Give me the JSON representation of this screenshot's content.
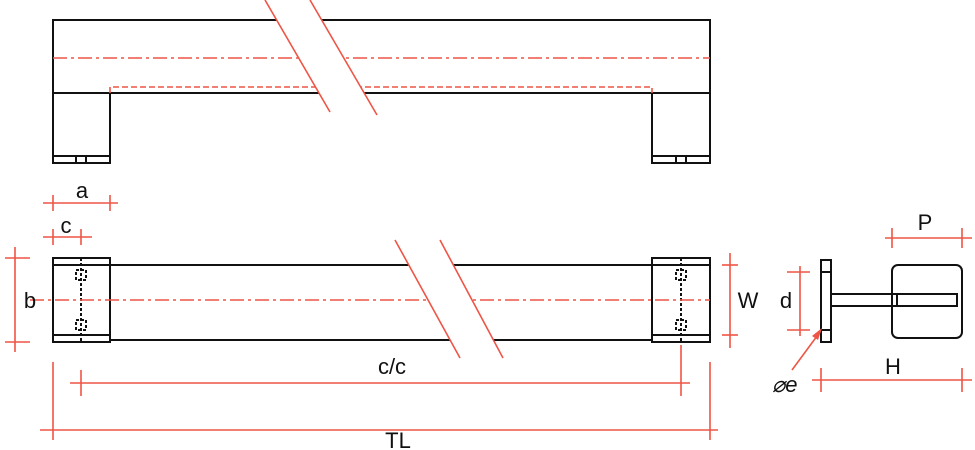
{
  "labels": {
    "a": "a",
    "c": "c",
    "b": "b",
    "W": "W",
    "cc": "c/c",
    "TL": "TL",
    "d": "d",
    "P": "P",
    "H": "H",
    "e": "⌀e"
  },
  "colors": {
    "dimension": "#ee5545",
    "outline": "#111111"
  }
}
